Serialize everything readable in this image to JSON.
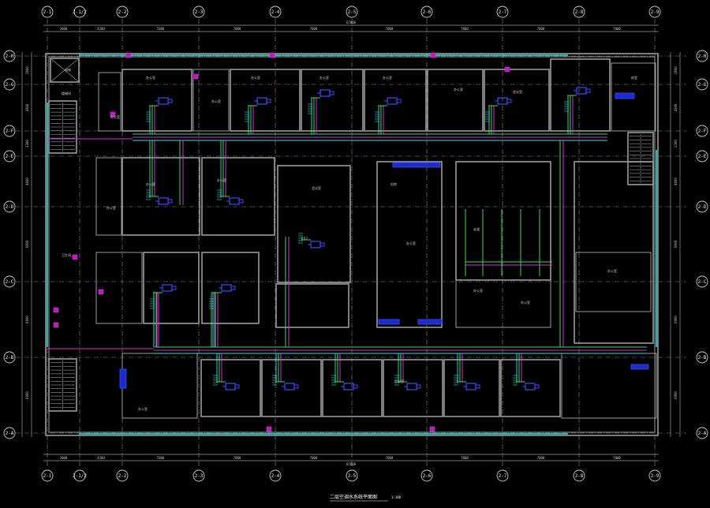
{
  "drawing": {
    "title": "二层空调水系统平面图",
    "scale_label": "1:100"
  },
  "grid": {
    "columns": [
      "2-1",
      "2-1/2",
      "2-2",
      "2-3",
      "2-4",
      "2-5",
      "2-6",
      "2-7",
      "2-8",
      "2-9"
    ],
    "rows": [
      "2-H",
      "2-G",
      "2-F",
      "2-E",
      "2-D",
      "2-C",
      "2-B",
      "2-A"
    ],
    "col_x": [
      60,
      101,
      155,
      252,
      349,
      446,
      541,
      637,
      734,
      830
    ],
    "row_y": [
      71,
      107,
      166,
      198,
      262,
      357,
      453,
      549
    ]
  },
  "dimensions": {
    "top_bays": [
      "3000",
      "4200",
      "7000",
      "7000",
      "7000",
      "7000",
      "7000",
      "7000",
      "7000"
    ],
    "top_total": "67000",
    "bottom_bays": [
      "3000",
      "4200",
      "7000",
      "7000",
      "7000",
      "7000",
      "7000",
      "7000",
      "7000"
    ],
    "bottom_total": "67000",
    "left_bays": [
      "2600",
      "4300",
      "2300",
      "4600",
      "6900",
      "6900",
      "6900"
    ],
    "right_bays": [
      "2600",
      "4300",
      "2300",
      "4600",
      "6900",
      "6900",
      "6900"
    ]
  },
  "colors": {
    "wall": "#9c9c9c",
    "cyan": "#27e3e3",
    "green_pipe": "#33e24d",
    "magenta_pipe": "#e42ae4",
    "blue_equipment": "#3a4cff"
  },
  "rooms": [
    {
      "label": "办公室"
    },
    {
      "label": "办公室"
    },
    {
      "label": "办公室"
    },
    {
      "label": "办公室"
    },
    {
      "label": "办公室"
    },
    {
      "label": "会议室"
    },
    {
      "label": "办公室"
    },
    {
      "label": "办公室"
    },
    {
      "label": "会议室"
    },
    {
      "label": "办公室"
    },
    {
      "label": "办公室"
    },
    {
      "label": "办公室"
    },
    {
      "label": "机房"
    },
    {
      "label": "走道"
    },
    {
      "label": "办公室"
    },
    {
      "label": "办公室"
    },
    {
      "label": "办公室"
    },
    {
      "label": "办公室"
    },
    {
      "label": "办公室"
    },
    {
      "label": "办公室"
    },
    {
      "label": "楼梯间"
    },
    {
      "label": "卫生间"
    },
    {
      "label": "电梯"
    },
    {
      "label": "前室"
    }
  ],
  "legend": {
    "note": "KT-1"
  }
}
